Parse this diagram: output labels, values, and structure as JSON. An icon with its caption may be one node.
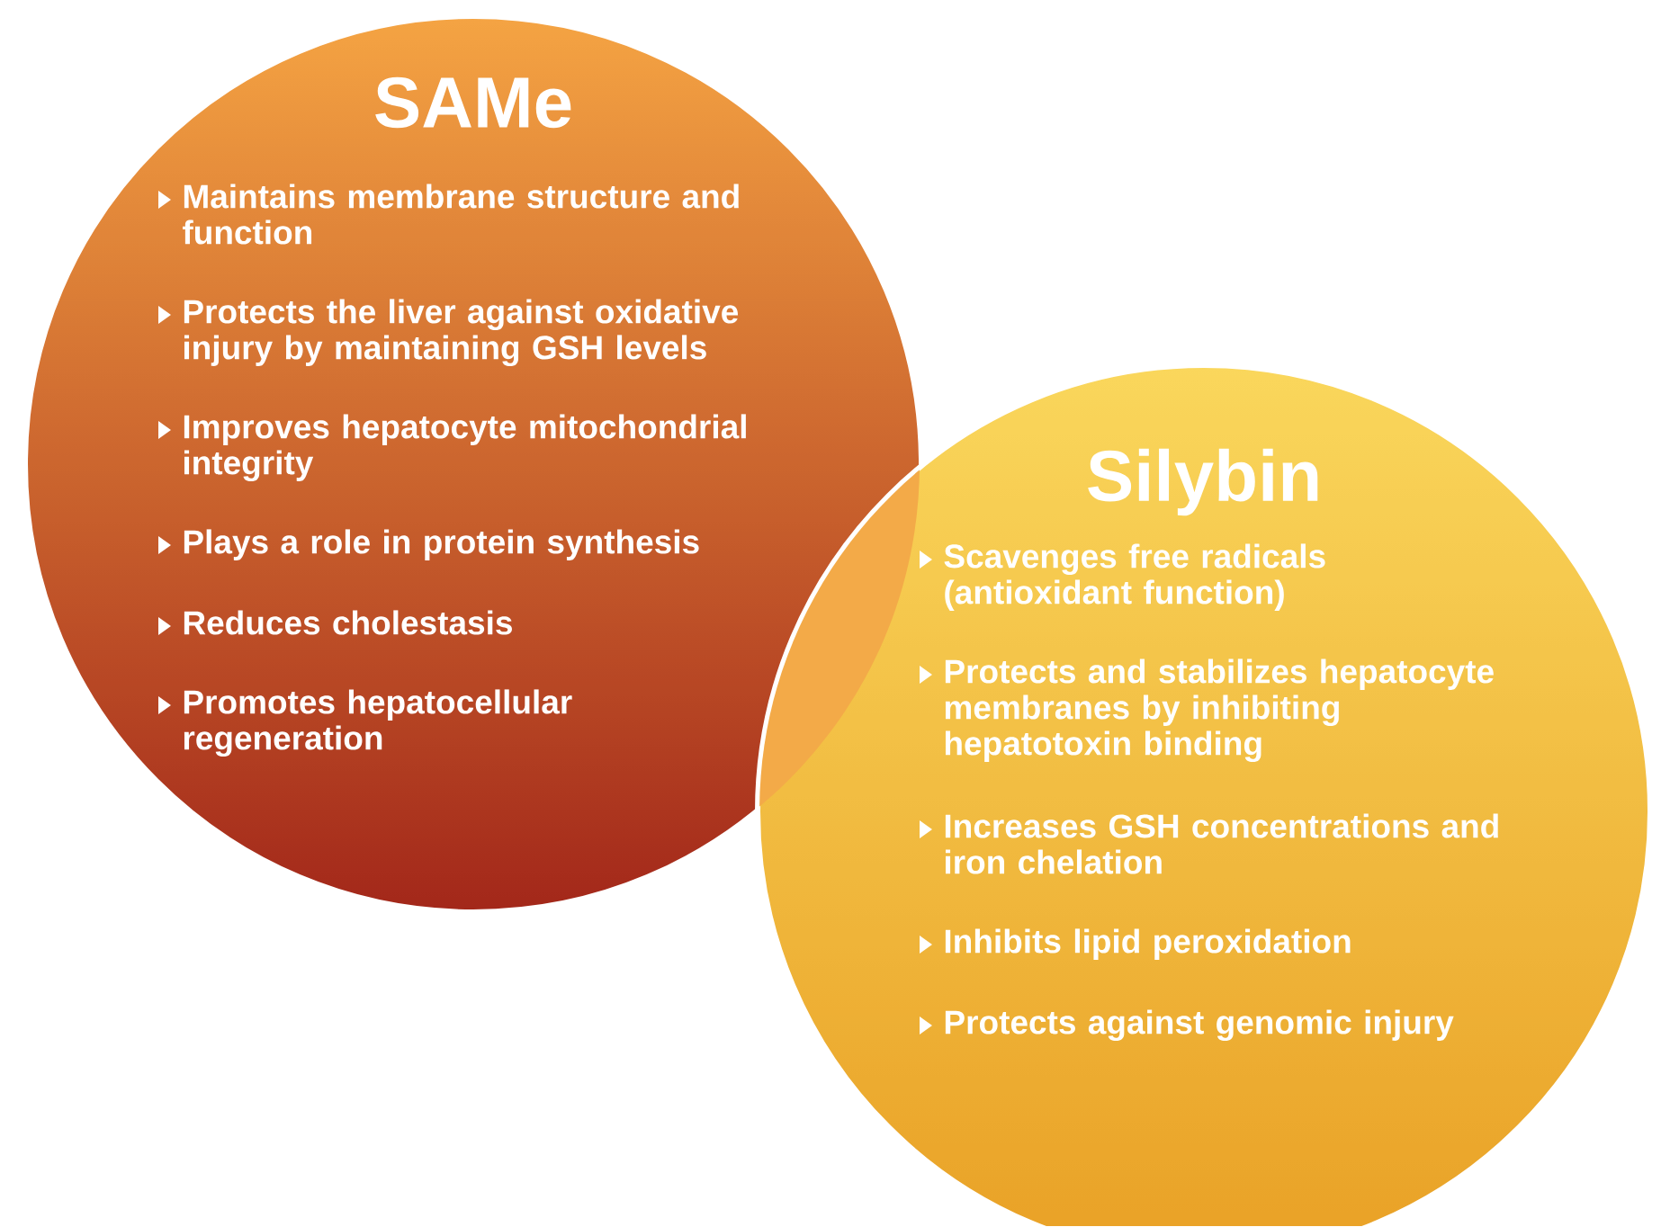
{
  "diagram": {
    "nodes": [
      {
        "text": [
          "SAMe",
          "Maintains membrane structure and function",
          "Protects the liver against oxidative injury by maintaining GSH levels",
          "Improves hepatocyte mitochondrial integrity",
          "Plays a role in protein synthesis",
          "Reduces cholestasis",
          "Promotes hepatocellular regeneration"
        ]
      },
      {
        "text": [
          "Silybin",
          "Scavenges free radicals (antioxidant function)",
          "Protects and stabilizes hepatocyte membranes by inhibiting hepatotoxin binding",
          "Increases GSH concentrations and iron chelation",
          "Inhibits lipid peroxidation",
          "Protects against genomic injury"
        ]
      }
    ]
  }
}
